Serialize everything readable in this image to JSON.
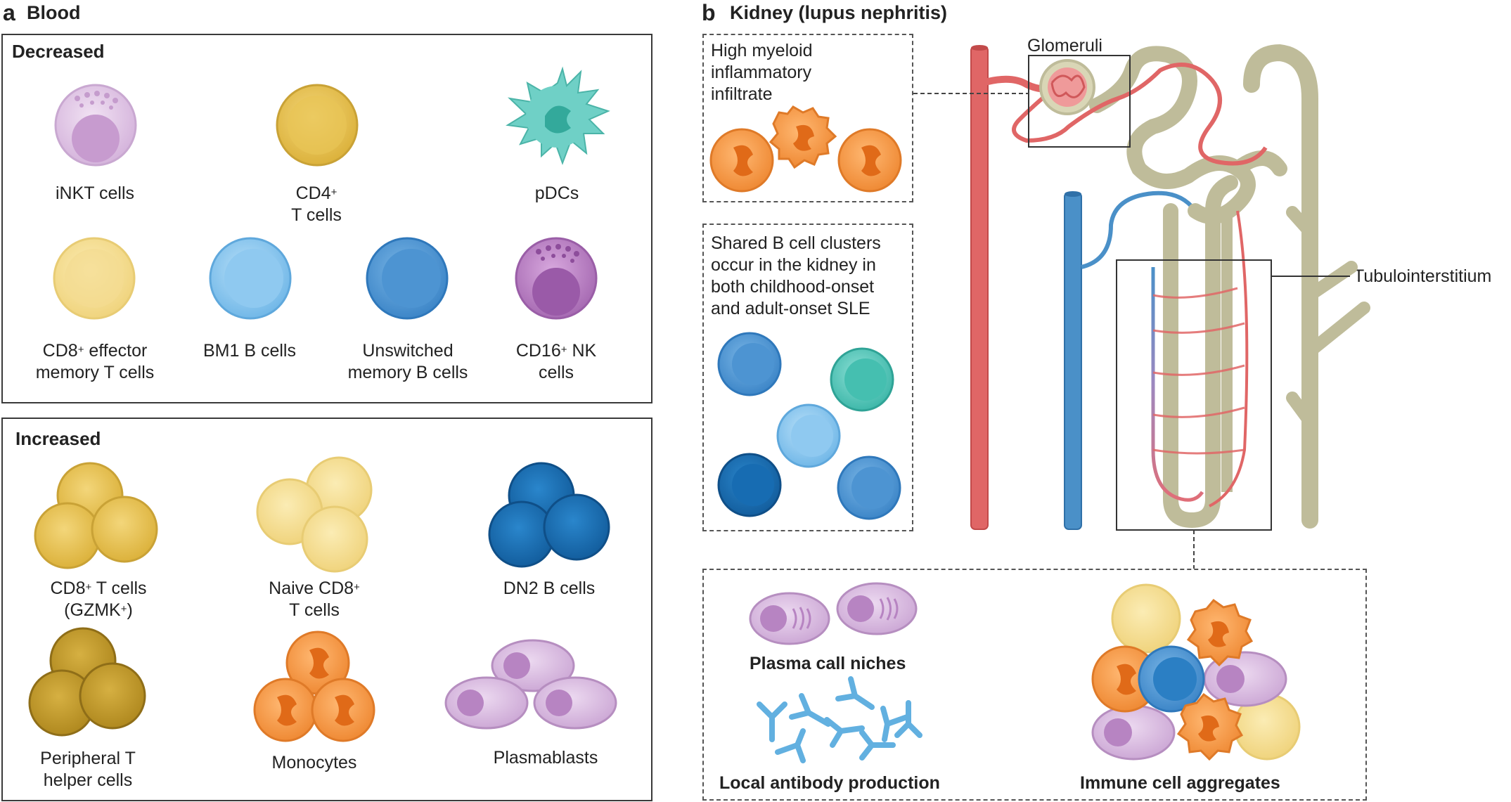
{
  "panel_a": {
    "letter": "a",
    "title": "Blood",
    "decreased": {
      "heading": "Decreased",
      "cells": [
        {
          "line1": "iNKT cells",
          "line2": ""
        },
        {
          "line1": "CD4",
          "line1_sup": "+",
          "line2": "T cells"
        },
        {
          "line1": "pDCs",
          "line2": ""
        },
        {
          "line1": "CD8",
          "line1_sup": "+",
          "line1_rest": " effector",
          "line2": "memory T cells"
        },
        {
          "line1": "BM1 B cells",
          "line2": ""
        },
        {
          "line1": "Unswitched",
          "line2": "memory B cells"
        },
        {
          "line1": "CD16",
          "line1_sup": "+",
          "line1_rest": " NK",
          "line2": "cells"
        }
      ]
    },
    "increased": {
      "heading": "Increased",
      "cells": [
        {
          "line1": "CD8",
          "line1_sup": "+",
          "line1_rest": " T cells",
          "line2": "(GZMK",
          "line2_sup": "+",
          "line2_rest": ")"
        },
        {
          "line1": "Naive CD8",
          "line1_sup": "+",
          "line2": "T cells"
        },
        {
          "line1": "DN2 B cells",
          "line2": ""
        },
        {
          "line1": "Peripheral T",
          "line2": "helper cells"
        },
        {
          "line1": "Monocytes",
          "line2": ""
        },
        {
          "line1": "Plasmablasts",
          "line2": ""
        }
      ]
    }
  },
  "panel_b": {
    "letter": "b",
    "title": "Kidney (lupus nephritis)",
    "myeloid_box": [
      "High myeloid",
      "inflammatory",
      "infiltrate"
    ],
    "bcell_box": [
      "Shared B cell clusters",
      "occur in the kidney in",
      "both childhood-onset",
      "and adult-onset SLE"
    ],
    "glomeruli_label": "Glomeruli",
    "tubulo_label": "Tubulointerstitium",
    "bottom": {
      "plasma": "Plasma call niches",
      "antibody": "Local antibody production",
      "aggregates": "Immune cell aggregates"
    }
  },
  "colors": {
    "artery": "#e06666",
    "vein": "#4a90c8",
    "tubule": "#bfbc9a",
    "monocyte": "#f39a4a",
    "bcell_light": "#8fc8ee",
    "bcell_dark": "#1f72b8",
    "teal": "#4cc2b6",
    "yellow": "#f3d780",
    "gold": "#e3bd45",
    "plasma": "#d7b9df",
    "inkt": "#e3cce8"
  }
}
